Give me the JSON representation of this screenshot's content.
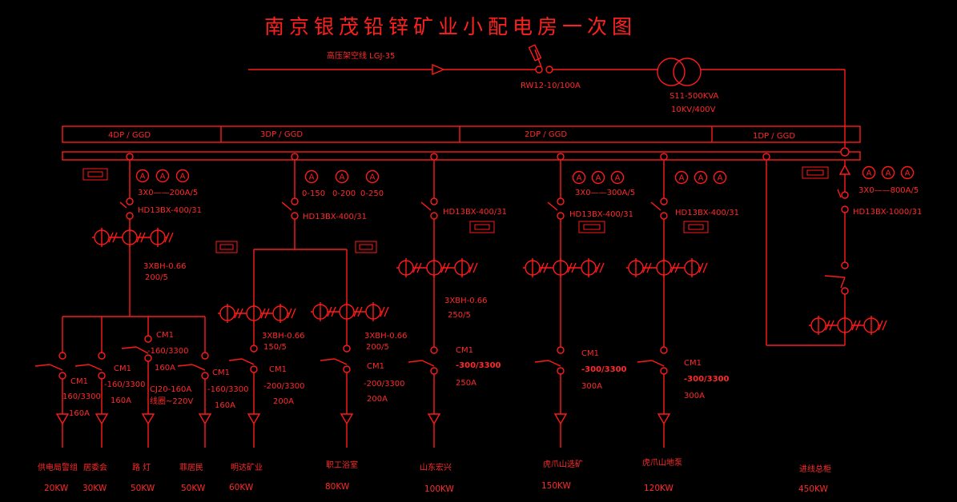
{
  "title": "南京银茂铅锌矿业小配电房一次图",
  "hv_line": "高压架空线  LGJ-35",
  "fuse": "RW12-10/100A",
  "transformer": {
    "model": "S11-500KVA",
    "ratio": "10KV/400V"
  },
  "panels": [
    "4DP / GGD",
    "3DP / GGD",
    "2DP / GGD",
    "1DP / GGD"
  ],
  "meter_symbol": "A",
  "meter_ranges_4": "3X0——200A/5",
  "meter_ranges_3": [
    "0-150",
    "0-200",
    "0-250"
  ],
  "meter_ranges_2": "3X0——300A/5",
  "meter_ranges_1": "3X0——800A/5",
  "breaker_400": "HD13BX-400/31",
  "breaker_1000": "HD13BX-1000/31",
  "ct_4": {
    "model": "3XBH-0.66",
    "ratio": "200/5"
  },
  "ct_a": {
    "model": "3XBH-0.66",
    "ratio": "150/5"
  },
  "ct_b": {
    "model": "3XBH-0.66",
    "ratio": "200/5"
  },
  "ct_c": {
    "model": "3XBH-0.66",
    "ratio": "250/5"
  },
  "cm1": "CM1",
  "f1": {
    "spec": "160/3300",
    "current": "160A"
  },
  "f2": {
    "spec": "-160/3300",
    "current": "160A"
  },
  "f3": {
    "spec": "-160/3300",
    "current": "160A",
    "contactor": "CJ20-160A",
    "coil": "线圈~220V"
  },
  "f4": {
    "spec": "-160/3300",
    "current": "160A"
  },
  "f5": {
    "spec": "-200/3300",
    "current": "200A"
  },
  "f6": {
    "spec": "-200/3300",
    "current": "200A"
  },
  "f7": {
    "spec": "-300/3300",
    "current": "250A"
  },
  "f8": {
    "spec": "-300/3300",
    "current": "300A"
  },
  "f9": {
    "spec": "-300/3300",
    "current": "300A"
  },
  "loads": [
    {
      "name": "供电局警组",
      "power": "20KW"
    },
    {
      "name": "居委会",
      "power": "30KW"
    },
    {
      "name": "路 灯",
      "power": "50KW"
    },
    {
      "name": "菲居民",
      "power": "50KW"
    },
    {
      "name": "明达矿业",
      "power": "60KW"
    },
    {
      "name": "职工浴室",
      "power": "80KW"
    },
    {
      "name": "山东宏兴",
      "power": "100KW"
    },
    {
      "name": "虎爪山选矿",
      "power": "150KW"
    },
    {
      "name": "虎爪山地泵",
      "power": "120KW"
    },
    {
      "name": "进线总柜",
      "power": "450KW"
    }
  ],
  "colors": {
    "line": "#ff1a1a",
    "background": "#000000"
  }
}
